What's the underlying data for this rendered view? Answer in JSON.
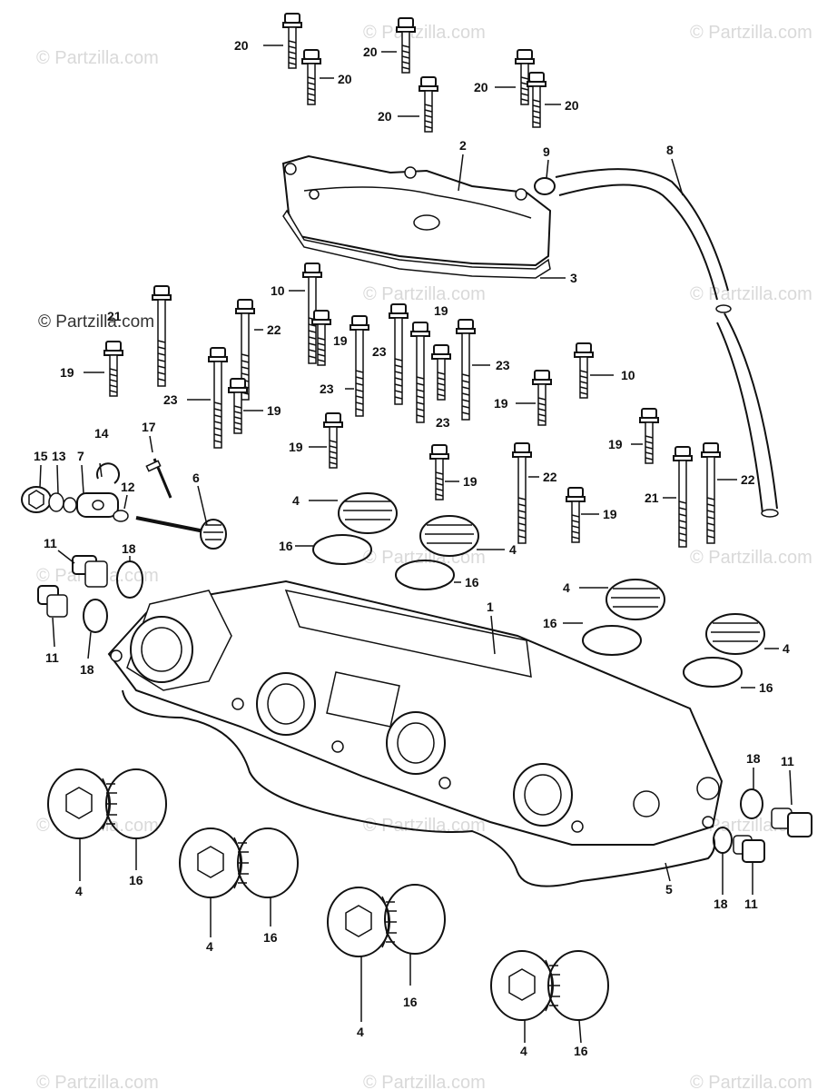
{
  "watermark": "© Partzilla.com",
  "callouts": {
    "c1": "1",
    "c2": "2",
    "c3": "3",
    "c4": "4",
    "c5": "5",
    "c6": "6",
    "c7": "7",
    "c8": "8",
    "c9": "9",
    "c10": "10",
    "c11": "11",
    "c12": "12",
    "c13": "13",
    "c14": "14",
    "c15": "15",
    "c16": "16",
    "c17": "17",
    "c18": "18",
    "c19": "19",
    "c20": "20",
    "c21": "21",
    "c22": "22",
    "c23": "23"
  }
}
